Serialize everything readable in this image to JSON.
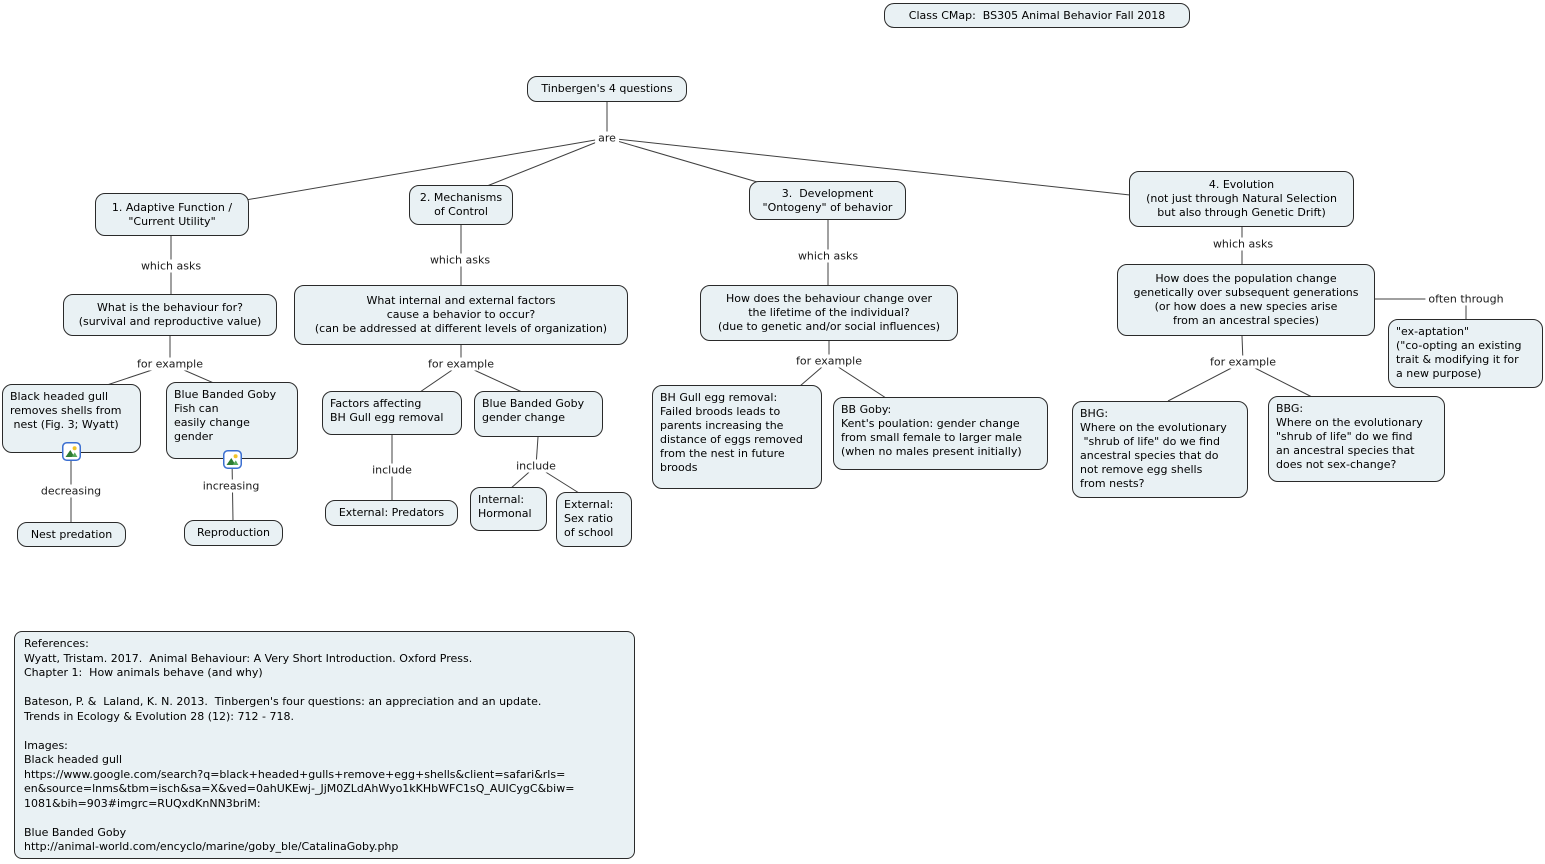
{
  "app": {
    "title": "Class CMap:  BS305 Animal Behavior Fall 2018"
  },
  "colors": {
    "node_fill": "#e9f1f4",
    "node_border": "#2a2a2a",
    "connector": "#404040",
    "icon_border": "#3b6fd1",
    "background": "#ffffff"
  },
  "labels": {
    "are": "are",
    "which_asks": "which asks",
    "for_example": "for example",
    "include": "include",
    "decreasing": "decreasing",
    "increasing": "increasing",
    "often_through": "often through"
  },
  "icons": {
    "image_icon": "image-icon"
  },
  "nodes": {
    "root": "Tinbergen's 4 questions",
    "q1head": "1. Adaptive Function /\n\"Current Utility\"",
    "q1": "What is the behaviour for?\n(survival and reproductive value)",
    "gull": "Black headed gull\nremoves shells from\n nest (Fig. 3; Wyatt)",
    "goby": "Blue Banded Goby\nFish can\neasily change\ngender",
    "nest_predation": "Nest predation",
    "reproduction": "Reproduction",
    "q2head": "2. Mechanisms\nof Control",
    "q2": "What internal and external factors\ncause a behavior to occur?\n(can be addressed at different levels of organization)",
    "factors": "Factors affecting\nBH Gull egg removal",
    "bbg_gender": "Blue Banded Goby\ngender change",
    "ext_predators": "External: Predators",
    "int_hormonal": "Internal:\nHormonal",
    "ext_sexratio": "External:\nSex ratio\nof school",
    "q3head": "3.  Development\n\"Ontogeny\" of behavior",
    "q3": "How does the behaviour change over\nthe lifetime of the individual?\n(due to genetic and/or social influences)",
    "bh_removal": "BH Gull egg removal:\nFailed broods leads to\nparents increasing the\ndistance of eggs removed\nfrom the nest in future\nbroods",
    "bb_goby": "BB Goby:\nKent's poulation: gender change\nfrom small female to larger male\n(when no males present initially)",
    "q4head": "4. Evolution\n(not just through Natural Selection\nbut also through Genetic Drift)",
    "q4": "How does the population change\ngenetically over subsequent generations\n(or how does a new species arise\nfrom an ancestral species)",
    "exaptation": "\"ex-aptation\"\n(\"co-opting an existing\ntrait & modifying it for\na new purpose)",
    "bhg": "BHG:\nWhere on the evolutionary\n \"shrub of life\" do we find\nancestral species that do\nnot remove egg shells\nfrom nests?",
    "bbg": "BBG:\nWhere on the evolutionary\n\"shrub of life\" do we find\nan ancestral species that\ndoes not sex-change?",
    "references": "References:\nWyatt, Tristam. 2017.  Animal Behaviour: A Very Short Introduction. Oxford Press.\nChapter 1:  How animals behave (and why)\n\nBateson, P. &  Laland, K. N. 2013.  Tinbergen's four questions: an appreciation and an update.\nTrends in Ecology & Evolution 28 (12): 712 - 718.\n\nImages:\nBlack headed gull\nhttps://www.google.com/search?q=black+headed+gulls+remove+egg+shells&client=safari&rls=\nen&source=lnms&tbm=isch&sa=X&ved=0ahUKEwj-_JjM0ZLdAhWyo1kKHbWFC1sQ_AUICygC&biw=\n1081&bih=903#imgrc=RUQxdKnNN3briM:\n\nBlue Banded Goby\nhttp://animal-world.com/encyclo/marine/goby_ble/CatalinaGoby.php"
  }
}
